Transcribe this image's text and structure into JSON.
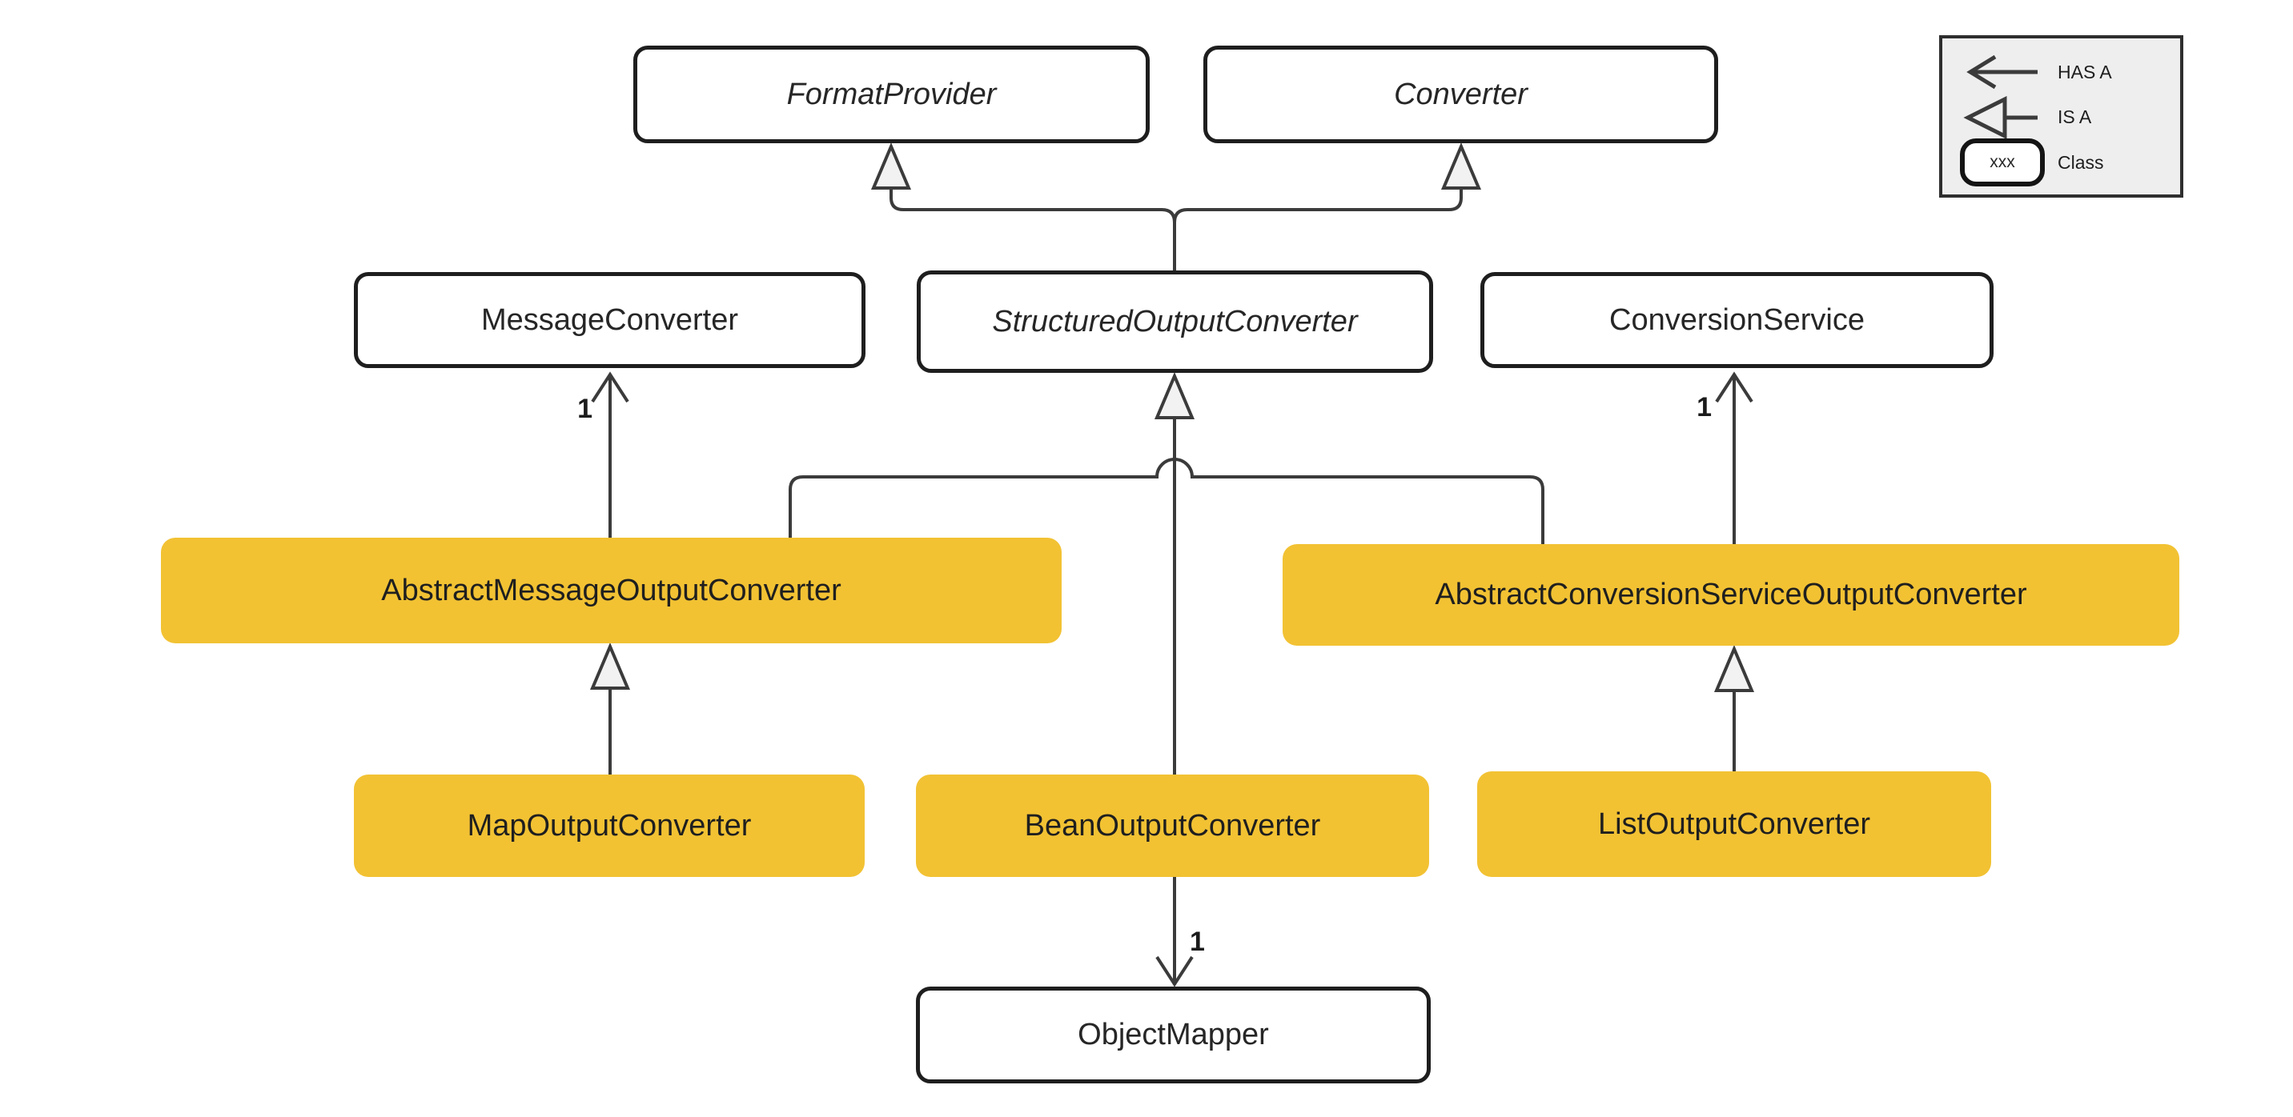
{
  "nodes": {
    "format_provider": {
      "label": "FormatProvider",
      "stereotype": "interface"
    },
    "converter": {
      "label": "Converter",
      "stereotype": "interface"
    },
    "message_converter": {
      "label": "MessageConverter",
      "stereotype": "class"
    },
    "structured_output_converter": {
      "label": "StructuredOutputConverter",
      "stereotype": "interface"
    },
    "conversion_service": {
      "label": "ConversionService",
      "stereotype": "class"
    },
    "abstract_message_output_converter": {
      "label": "AbstractMessageOutputConverter",
      "stereotype": "highlighted-class"
    },
    "abstract_conversion_service_output_converter": {
      "label": "AbstractConversionServiceOutputConverter",
      "stereotype": "highlighted-class"
    },
    "map_output_converter": {
      "label": "MapOutputConverter",
      "stereotype": "highlighted-class"
    },
    "bean_output_converter": {
      "label": "BeanOutputConverter",
      "stereotype": "highlighted-class"
    },
    "list_output_converter": {
      "label": "ListOutputConverter",
      "stereotype": "highlighted-class"
    },
    "object_mapper": {
      "label": "ObjectMapper",
      "stereotype": "class"
    }
  },
  "edges": {
    "abstract_message_has_message_converter_multiplicity": "1",
    "abstract_conversion_has_conversion_service_multiplicity": "1",
    "bean_has_object_mapper_multiplicity": "1"
  },
  "legend": {
    "has_a_label": "HAS A",
    "is_a_label": "IS A",
    "class_label": "Class",
    "class_sample_text": "xxx"
  },
  "colors": {
    "highlight_fill": "#F2C233",
    "line": "#3B3B3B",
    "node_border": "#1E1E1E",
    "legend_background": "#EEEEEE",
    "triangle_fill": "#F2F2F2"
  }
}
